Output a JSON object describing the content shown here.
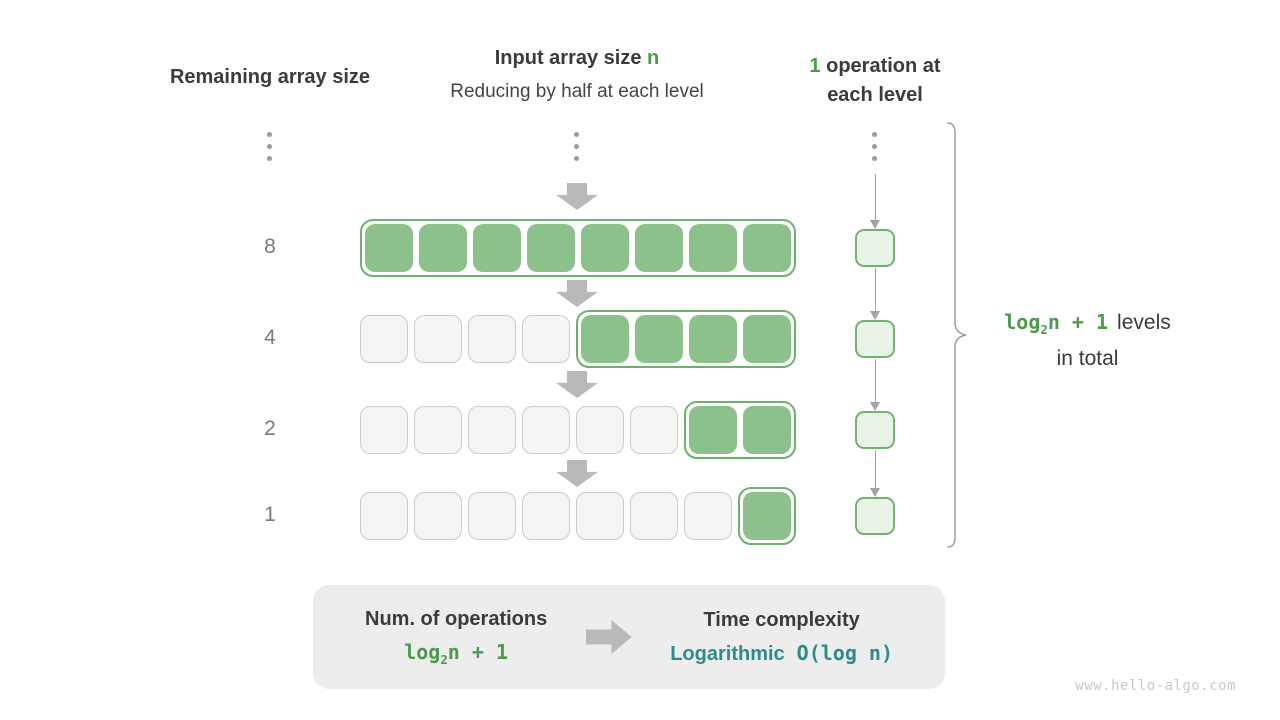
{
  "title_left": "Remaining array size",
  "title_center": {
    "main": "Input array size ",
    "highlight": "n",
    "sub": "Reducing by half at each level"
  },
  "title_right": {
    "highlight": "1",
    "line1_rest": " operation at",
    "line2": "each level"
  },
  "rows": [
    {
      "label": "8",
      "gray": 0,
      "green": 8
    },
    {
      "label": "4",
      "gray": 4,
      "green": 4
    },
    {
      "label": "2",
      "gray": 6,
      "green": 2
    },
    {
      "label": "1",
      "gray": 7,
      "green": 1
    }
  ],
  "brace_label": {
    "formula_log": "log",
    "formula_sub": "2",
    "formula_rest": "n + 1",
    "line1_text": "levels",
    "line2_text": "in total"
  },
  "summary": {
    "left_title": "Num. of operations",
    "left_formula_log": "log",
    "left_formula_sub": "2",
    "left_formula_rest": "n + 1",
    "right_title": "Time complexity",
    "right_word": "Logarithmic",
    "right_code": "O(log n)"
  },
  "watermark": "www.hello-algo.com",
  "colors": {
    "green_text": "#4d9a4e",
    "green_fill": "#8dc18b",
    "green_border": "#6cb26a",
    "side_cell_border": "#74b171",
    "light_green_fill": "#e9f2e6",
    "gray_cell_fill": "#f4f4f2",
    "gray_cell_border": "#cccccc",
    "teal": "#2e8b8b",
    "arrow_gray": "#b9b9b9",
    "box_fill": "#ededed",
    "text_dark": "#3b3b3b",
    "text_gray": "#7a7a7a"
  }
}
